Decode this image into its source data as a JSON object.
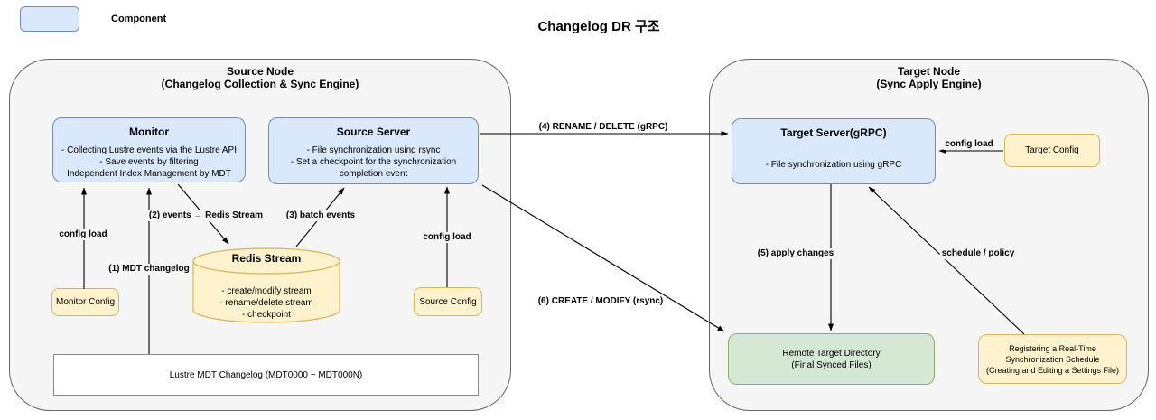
{
  "title": "Changelog DR 구조",
  "legend": {
    "label": "Component"
  },
  "source_node": {
    "title": "Source Node",
    "subtitle": "(Changelog Collection & Sync Engine)",
    "monitor": {
      "title": "Monitor",
      "lines": [
        "- Collecting Lustre events via the Lustre API",
        "- Save events by filtering",
        "Independent Index Management by MDT"
      ]
    },
    "source_server": {
      "title": "Source Server",
      "lines": [
        "- File synchronization using rsync",
        "- Set a checkpoint for the synchronization completion event"
      ]
    },
    "redis_stream": {
      "title": "Redis Stream",
      "lines": [
        "- create/modify stream",
        "- rename/delete stream",
        "- checkpoint"
      ]
    },
    "monitor_config": {
      "label": "Monitor Config"
    },
    "source_config": {
      "label": "Source Config"
    },
    "mdt_changelog": {
      "label": "Lustre MDT Changelog (MDT0000 ~ MDT000N)"
    }
  },
  "target_node": {
    "title": "Target Node",
    "subtitle": "(Sync Apply Engine)",
    "target_server": {
      "title": "Target Server(gRPC)",
      "lines": [
        "- File synchronization using gRPC"
      ]
    },
    "target_config": {
      "label": "Target Config"
    },
    "remote_target_directory": {
      "lines": [
        "Remote Target Directory",
        "(Final Synced Files)"
      ]
    },
    "schedule_registration": {
      "lines": [
        "Registering a Real-Time",
        "Synchronization Schedule",
        "(Creating and Editing a Settings File)"
      ]
    }
  },
  "edge_labels": {
    "config_load_monitor": "config load",
    "mdt_changelog": "(1) MDT changelog",
    "events_redis": "(2) events → Redis Stream",
    "batch_events": "(3) batch events",
    "config_load_source": "config load",
    "rename_delete": "(4) RENAME / DELETE (gRPC)",
    "apply_changes": "(5) apply changes",
    "create_modify": "(6) CREATE / MODIFY (rsync)",
    "schedule_policy": "schedule / policy",
    "config_load_target": "config load"
  },
  "colors": {
    "component_fill": "#dae8fc",
    "component_border": "#6c8ebf",
    "config_fill": "#fff2cc",
    "config_border": "#d6b656",
    "directory_fill": "#d5e8d4",
    "directory_border": "#82b366",
    "container_fill": "#f5f5f5",
    "container_border": "#666666",
    "edge_stroke": "#000000"
  }
}
